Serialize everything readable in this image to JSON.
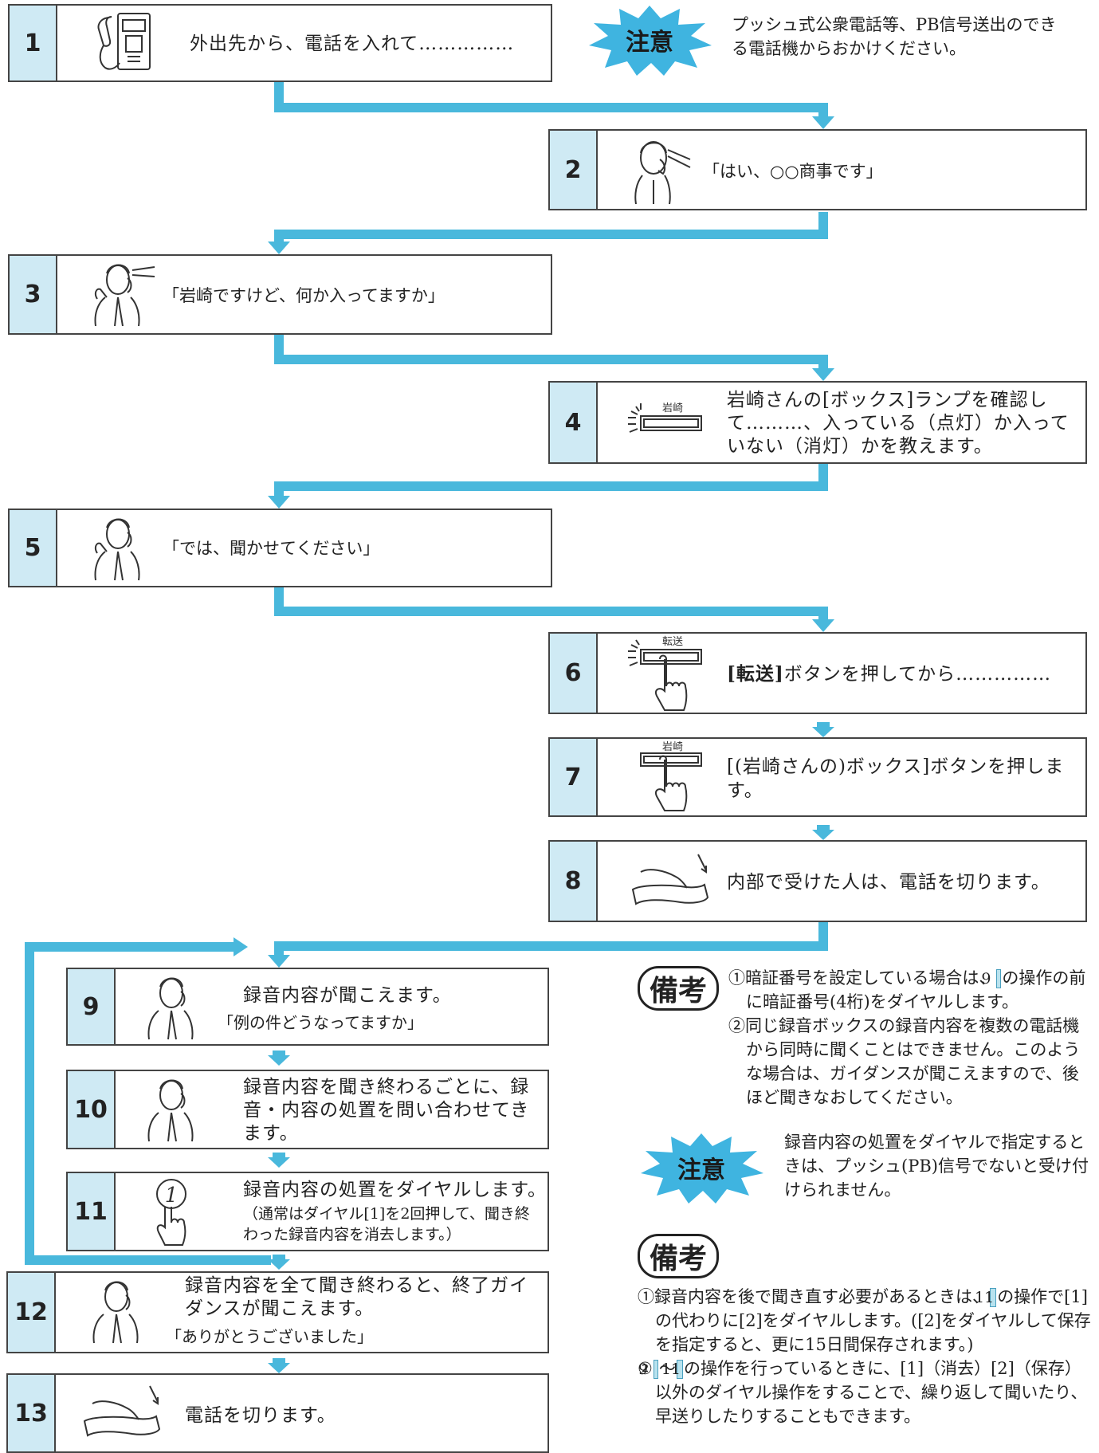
{
  "steps": [
    {
      "num": "1",
      "text": "外出先から、電話を入れて……………",
      "icon": "payphone-icon"
    },
    {
      "num": "2",
      "text": "「はい、○○商事です」",
      "icon": "receptionist-on-phone-icon"
    },
    {
      "num": "3",
      "text": "「岩崎ですけど、何か入ってますか」",
      "icon": "caller-man-icon"
    },
    {
      "num": "4",
      "text": "岩崎さんの[ボックス]ランプを確認して………、入っている（点灯）か入っていない（消灯）かを教えます。",
      "icon": "box-lamp-icon",
      "icon_label": "岩崎"
    },
    {
      "num": "5",
      "text": "「では、聞かせてください」",
      "icon": "caller-man-icon"
    },
    {
      "num": "6",
      "text": "[転送]ボタンを押してから……………",
      "icon": "transfer-button-press-icon",
      "icon_label": "転送"
    },
    {
      "num": "7",
      "text": "[(岩崎さんの)ボックス]ボタンを押します。",
      "icon": "box-button-press-icon",
      "icon_label": "岩崎"
    },
    {
      "num": "8",
      "text": "内部で受けた人は、電話を切ります。",
      "icon": "hang-up-handset-icon"
    },
    {
      "num": "9",
      "text": "録音内容が聞こえます。",
      "text2": "「例の件どうなってますか」",
      "icon": "caller-man-icon"
    },
    {
      "num": "10",
      "text": "録音内容を聞き終わるごとに、録音・内容の処置を問い合わせてきます。",
      "icon": "caller-man-icon"
    },
    {
      "num": "11",
      "text": "録音内容の処置をダイヤルします。",
      "text2": "（通常はダイヤル[1]を2回押して、聞き終わった録音内容を消去します。）",
      "icon": "dial-one-press-icon",
      "icon_label": "1"
    },
    {
      "num": "12",
      "text": "録音内容を全て聞き終わると、終了ガイダンスが聞こえます。",
      "text2": "「ありがとうございました」",
      "icon": "caller-man-icon"
    },
    {
      "num": "13",
      "text": "電話を切ります。",
      "icon": "hang-up-handset-icon"
    }
  ],
  "caution1": {
    "label": "注意",
    "text": "プッシュ式公衆電話等、PB信号送出のできる電話機からおかけください。"
  },
  "remarks1": {
    "label": "備考",
    "items": [
      {
        "mark": "①",
        "before": "暗証番号を設定している場合は、",
        "ref": "9",
        "after": "の操作の前に暗証番号(4桁)をダイヤルします。"
      },
      {
        "mark": "②",
        "text": "同じ録音ボックスの録音内容を複数の電話機から同時に聞くことはできません。このような場合は、ガイダンスが聞こえますので、後ほど聞きなおしてください。"
      }
    ]
  },
  "caution2": {
    "label": "注意",
    "text": "録音内容の処置をダイヤルで指定するときは、プッシュ(PB)信号でないと受け付けられません。"
  },
  "remarks2": {
    "label": "備考",
    "items": [
      {
        "mark": "①",
        "before": "録音内容を後で聞き直す必要があるときは、",
        "ref": "11",
        "after": "の操作で[1]の代わりに[2]をダイヤルします。([2]をダイヤルして保存を指定すると、更に15日間保存されます。)"
      },
      {
        "mark": "②",
        "ref": "9",
        "tilde": "～",
        "ref2": "11",
        "after": "の操作を行っているときに、[1]（消去）[2]（保存）以外のダイヤル操作をすることで、繰り返して聞いたり、早送りしたりすることもできます。"
      }
    ]
  },
  "colors": {
    "connector": "#49b8dc",
    "number_bg": "#cfeaf4",
    "border": "#444444",
    "ref_bg": "#b8e2ee"
  }
}
